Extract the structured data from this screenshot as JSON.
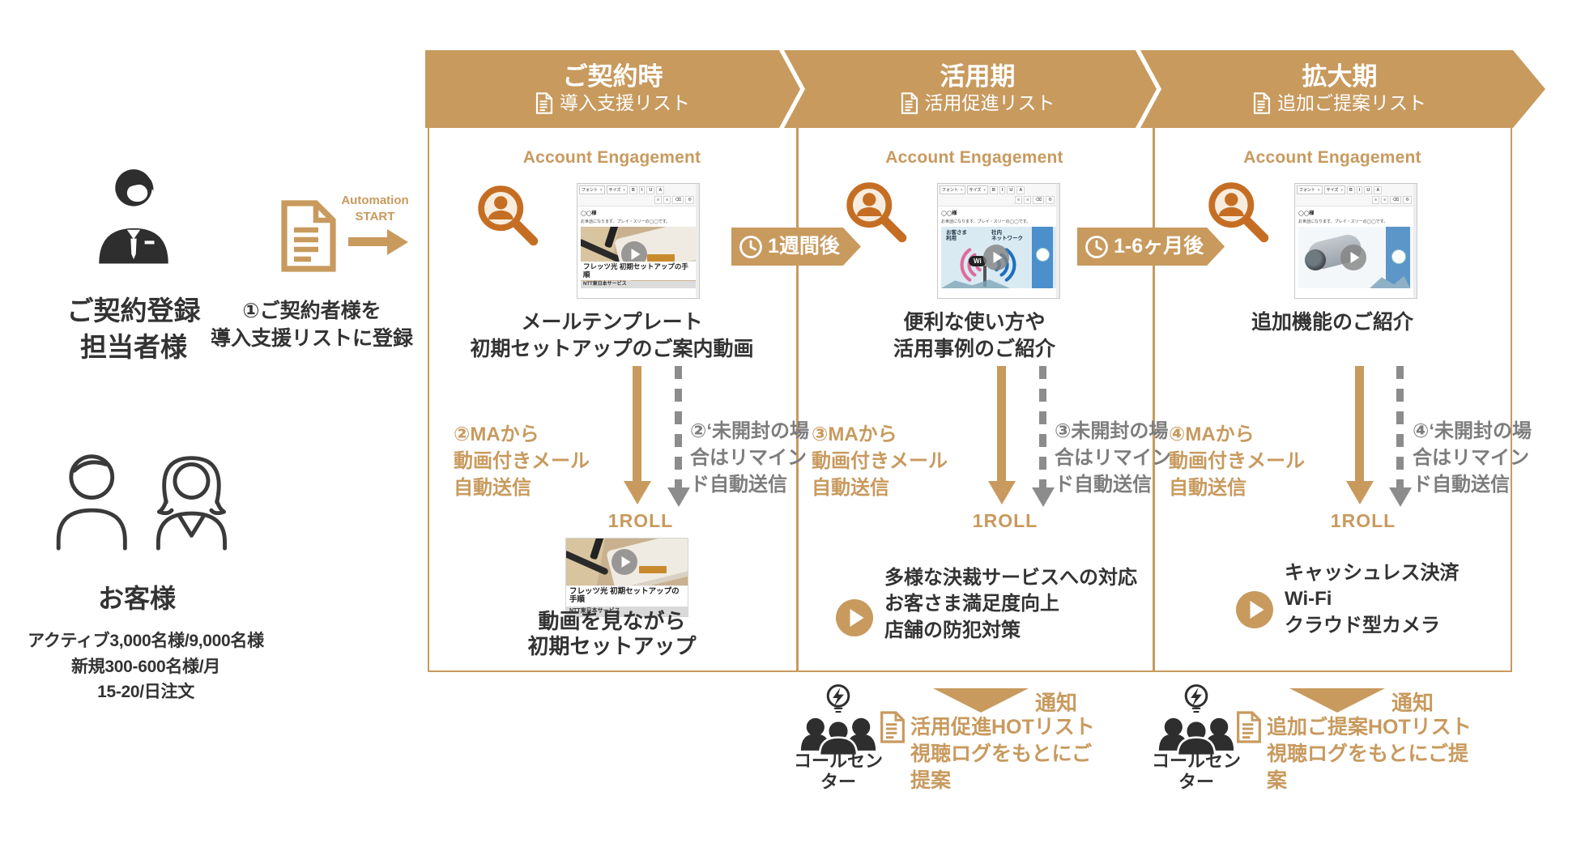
{
  "colors": {
    "tan": "#C89A5E",
    "orange": "#C56E23",
    "dark": "#333333",
    "gray": "#7D7D7D"
  },
  "left_panel": {
    "registrar_label": "ご契約登録\n担当者様",
    "automation_label": "Automation\nSTART",
    "register_step": "①ご契約者様を\n導入支援リストに登録",
    "customer_label": "お客様",
    "customer_stats": "アクティブ3,000名様/9,000名様\n新規300-600名様/月\n15-20/日注文"
  },
  "email_mock": {
    "font_dd": "フォント",
    "size_dd": "サイズ",
    "btn_b": "B",
    "btn_i": "I",
    "btn_u": "U",
    "btn_a": "A",
    "recipient": "◯◯様",
    "greeting": "お世話になります、プレイ・スリーの◯◯です。"
  },
  "thumbs": {
    "router": {
      "title": "フレッツ光 初期セットアップの手順",
      "sub": "NTT東日本サービス"
    },
    "wifi": {
      "left": "お客さま\n利用",
      "right": "社内\nネットワーク",
      "pill": "Wi"
    }
  },
  "badges": [
    {
      "label": "1週間後"
    },
    {
      "label": "1-6ヶ月後"
    }
  ],
  "columns": [
    {
      "phase": "ご契約時",
      "list": "導入支援リスト",
      "tool": "Account Engagement",
      "caption": "メールテンプレート\n初期セットアップのご案内動画",
      "send": "②MAから\n動画付きメール\n自動送信",
      "remind": "②‘未開封の場\n合はリマイン\nド自動送信",
      "roll": "1ROLL",
      "result_caption": "動画を見ながら\n初期セットアップ"
    },
    {
      "phase": "活用期",
      "list": "活用促進リスト",
      "tool": "Account Engagement",
      "caption": "便利な使い方や\n活用事例のご紹介",
      "send": "③MAから\n動画付きメール\n自動送信",
      "remind": "③未開封の場\n合はリマイン\nド自動送信",
      "roll": "1ROLL",
      "result_caption": "多様な決裁サービスへの対応\nお客さま満足度向上\n店舗の防犯対策"
    },
    {
      "phase": "拡大期",
      "list": "追加ご提案リスト",
      "tool": "Account Engagement",
      "caption": "追加機能のご紹介",
      "send": "④MAから\n動画付きメール\n自動送信",
      "remind": "④‘未開封の場\n合はリマイン\nド自動送信",
      "roll": "1ROLL",
      "result_caption": "キャッシュレス決済\nWi-Fi\nクラウド型カメラ"
    }
  ],
  "notifications": [
    {
      "callcenter": "コールセン\nター",
      "notify": "通知",
      "hot": "活用促進HOTリスト\n視聴ログをもとにご\n提案"
    },
    {
      "callcenter": "コールセン\nター",
      "notify": "通知",
      "hot": "追加ご提案HOTリスト\n視聴ログをもとにご提\n案"
    }
  ]
}
